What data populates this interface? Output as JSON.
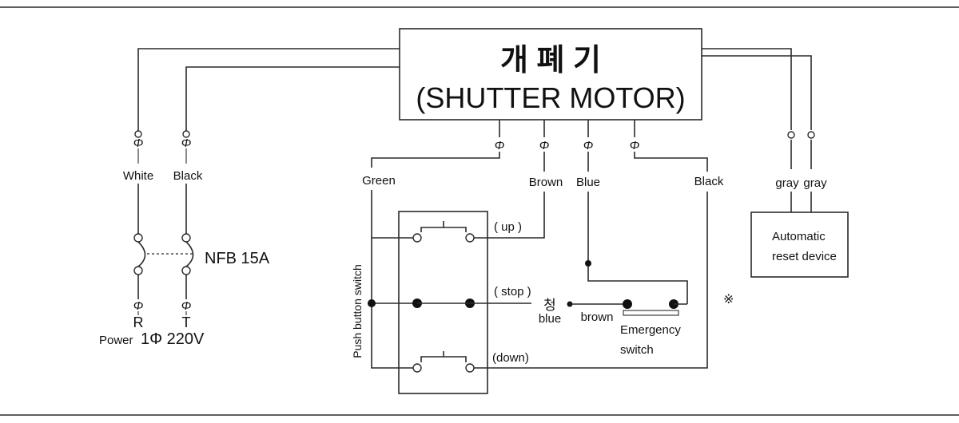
{
  "title_korean": "개 폐 기",
  "title_english": "(SHUTTER MOTOR)",
  "labels": {
    "white": "White",
    "black_left": "Black",
    "nfb": "NFB 15A",
    "r": "R",
    "t": "T",
    "power": "Power",
    "power_spec": "1Φ  220V",
    "green": "Green",
    "brown": "Brown",
    "blue": "Blue",
    "black_right": "Black",
    "gray1": "gray",
    "gray2": "gray",
    "auto_reset_1": "Automatic",
    "auto_reset_2": "reset device",
    "push_button": "Push button switch",
    "up": "( up )",
    "stop": "( stop )",
    "down": "(down)",
    "cheong": "청",
    "blue_low": "blue",
    "brown_low": "brown",
    "emergency_1": "Emergency",
    "emergency_2": "switch",
    "note_mark": "※"
  },
  "symbols": {
    "phi": "Φ"
  },
  "colors": {
    "line": "#2a2a2a",
    "text": "#111111",
    "background": "#ffffff"
  }
}
